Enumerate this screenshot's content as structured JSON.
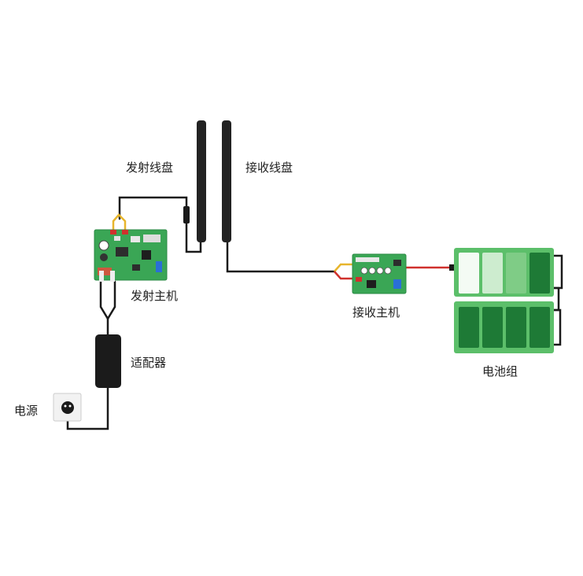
{
  "labels": {
    "tx_coil": "发射线盘",
    "rx_coil": "接收线盘",
    "tx_host": "发射主机",
    "rx_host": "接收主机",
    "adapter": "适配器",
    "power": "电源",
    "battery": "电池组"
  },
  "colors": {
    "wire": "#1a1a1a",
    "board": "#3aa655",
    "board_dark": "#2b8a44",
    "coil": "#222222",
    "battery_case": "#5cbf6a",
    "battery_full": "#1e7a36",
    "battery_mid": "#7fcc86",
    "battery_light": "#cdeccf",
    "battery_empty": "#f4fbf4",
    "wire_red": "#d0312d",
    "wire_yellow": "#e7b52c"
  },
  "battery": {
    "top_row_levels": [
      "empty",
      "light",
      "mid",
      "full"
    ],
    "bottom_row_levels": [
      "full",
      "full",
      "full",
      "full"
    ]
  }
}
